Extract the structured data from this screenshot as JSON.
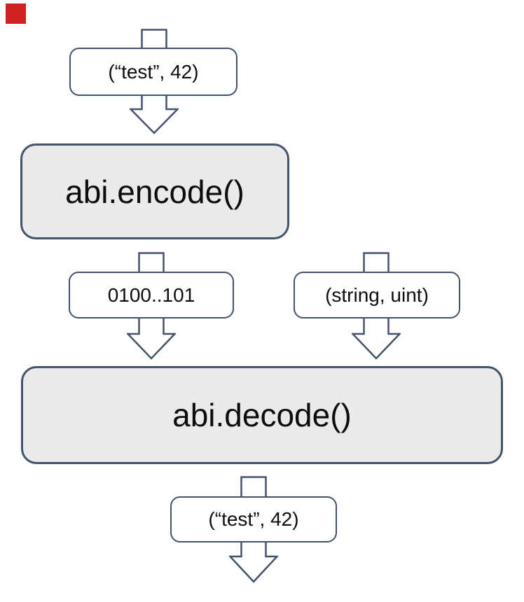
{
  "colors": {
    "background": "#ffffff",
    "outline": "#44536a",
    "label_fill": "#ffffff",
    "process_fill": "#eaeaea",
    "text": "#0d0d0d",
    "marker_red": "#cc2222"
  },
  "icons": {
    "flow_arrow": "down-block-arrow",
    "marker": "red-square"
  },
  "diagram": {
    "type": "top-down-flow",
    "input_label": "(“test”, 42)",
    "encode_label": "abi.encode()",
    "encoded_label": "0100..101",
    "types_label": "(string, uint)",
    "decode_label": "abi.decode()",
    "output_label": "(“test”, 42)"
  }
}
